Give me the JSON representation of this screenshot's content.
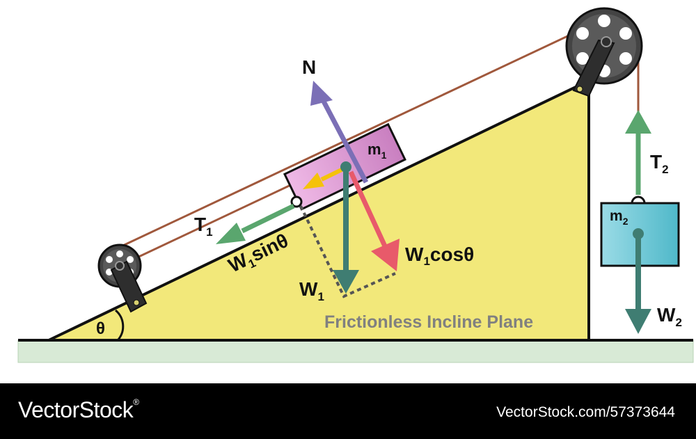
{
  "labels": {
    "normal": "N",
    "mass1": "m",
    "mass1_sub": "1",
    "mass2": "m",
    "mass2_sub": "2",
    "tension1": "T",
    "tension1_sub": "1",
    "tension2": "T",
    "tension2_sub": "2",
    "weight1": "W",
    "weight1_sub": "1",
    "weight2": "W",
    "weight2_sub": "2",
    "w1sin": "W",
    "w1sin_sub": "1",
    "w1sin_rest": "sinθ",
    "w1cos": "W",
    "w1cos_sub": "1",
    "w1cos_rest": "cosθ",
    "angle": "θ",
    "plane_caption": "Frictionless Incline Plane"
  },
  "footer": {
    "brand": "VectorStock",
    "brand_mark": "®",
    "url": "VectorStock.com/57373644"
  },
  "colors": {
    "incline": "#f2e87a",
    "rope": "#a0583c",
    "normal_arrow": "#7b6fb6",
    "tension_arrow": "#5aa66e",
    "weight_arrow": "#3f7d72",
    "cos_arrow": "#e85a6a",
    "sin_arrow": "#f5c20a",
    "block1": "#d98fcf",
    "block2": "#6cc6d6",
    "ground": "#d8ead6",
    "caption": "#808080"
  },
  "icons": [
    "pulley-top-icon",
    "pulley-bottom-icon"
  ]
}
